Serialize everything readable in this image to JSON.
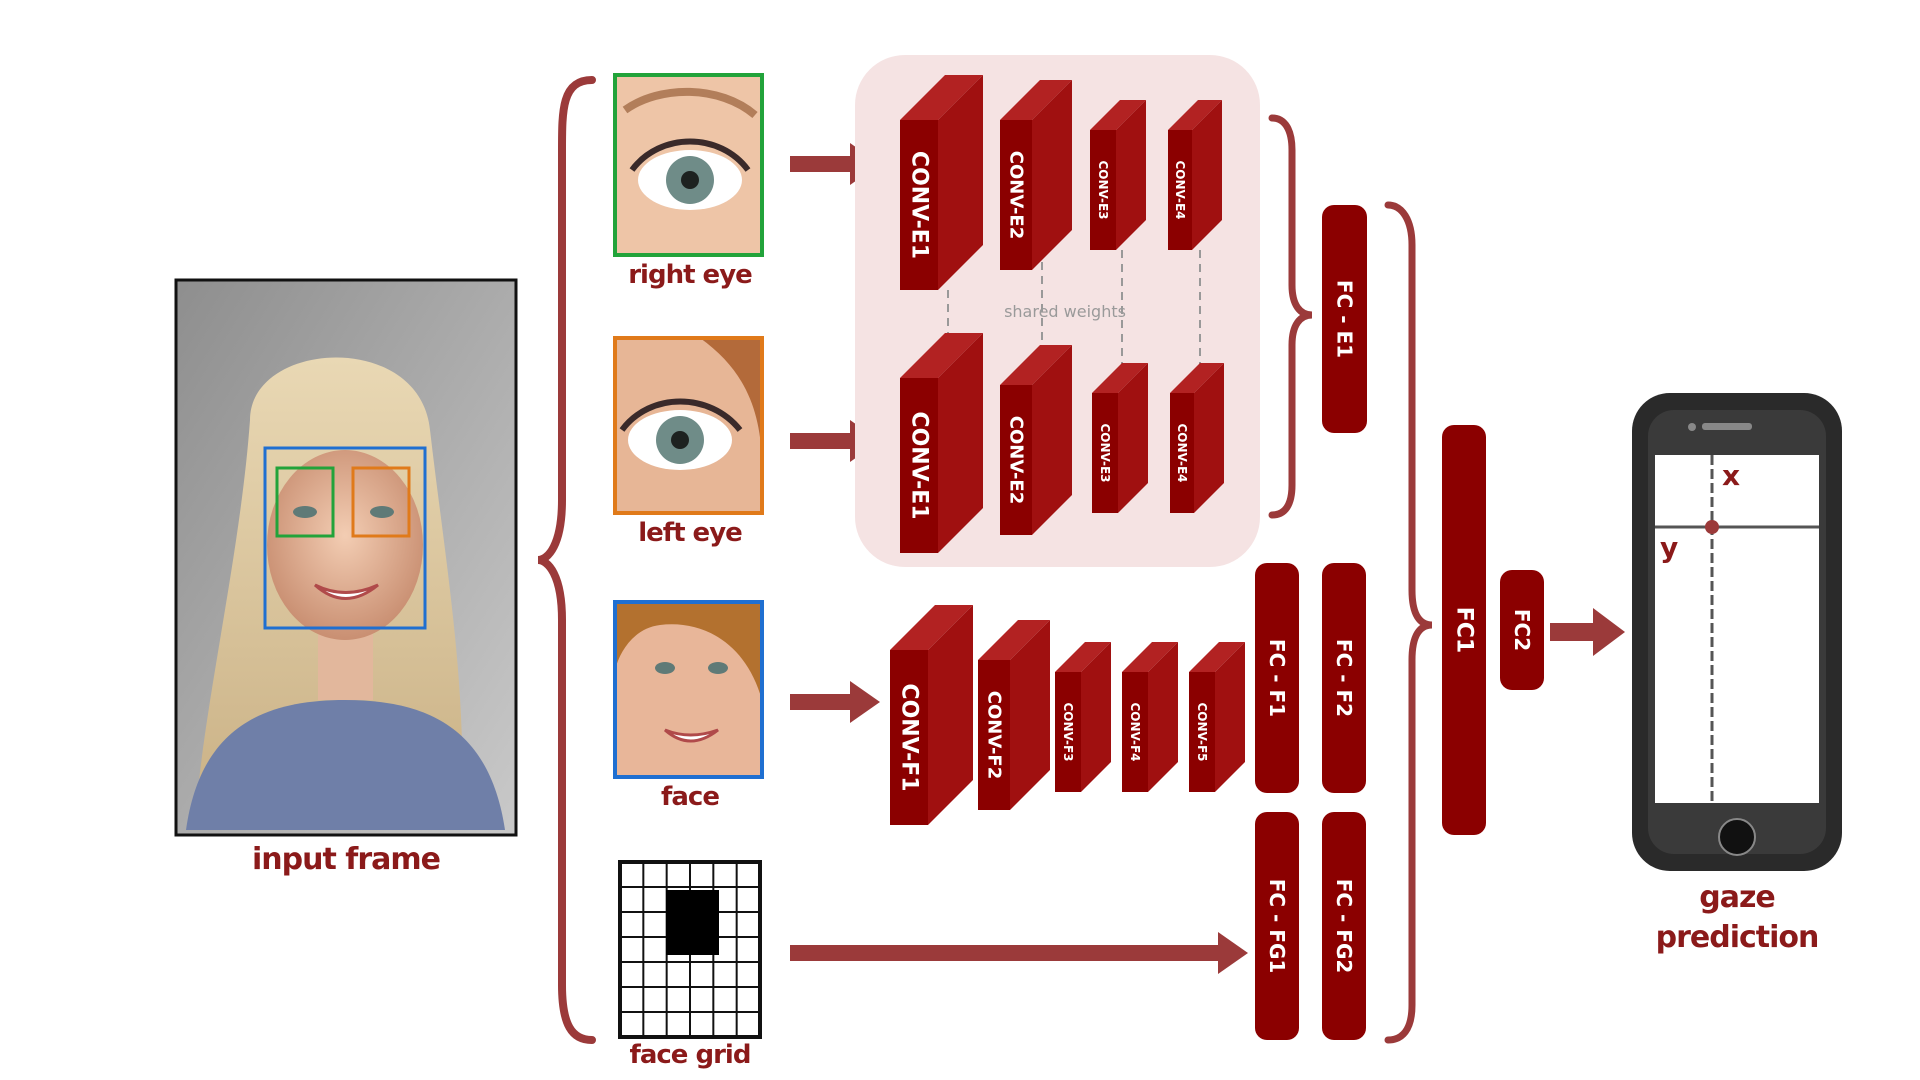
{
  "input": {
    "label": "input frame"
  },
  "crops": {
    "right_eye": "right eye",
    "left_eye": "left eye",
    "face": "face",
    "face_grid": "face grid"
  },
  "eye_convs": [
    "CONV-E1",
    "CONV-E2",
    "CONV-E3",
    "CONV-E4"
  ],
  "face_convs": [
    "CONV-F1",
    "CONV-F2",
    "CONV-F3",
    "CONV-F4",
    "CONV-F5"
  ],
  "shared_weights": "shared weights",
  "fc": {
    "e1": "FC - E1",
    "f1": "FC - F1",
    "f2": "FC - F2",
    "fg1": "FC - FG1",
    "fg2": "FC - FG2",
    "fc1": "FC1",
    "fc2": "FC2"
  },
  "output": {
    "label_line1": "gaze",
    "label_line2": "prediction",
    "x_axis": "x",
    "y_axis": "y"
  },
  "colors": {
    "dark_red": "#8b0000",
    "arrow": "#9b3a3a",
    "panel": "#f5e3e3",
    "green_box": "#22a33a",
    "orange_box": "#e07a1a",
    "blue_box": "#1f6fd1"
  }
}
